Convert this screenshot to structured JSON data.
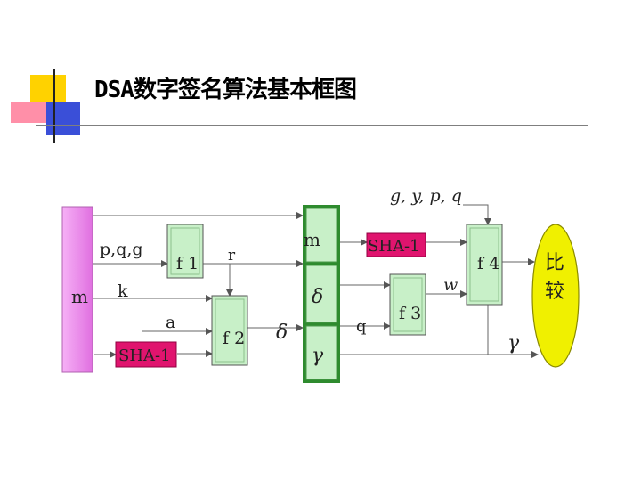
{
  "title": "DSA数字签名算法基本框图",
  "labels": {
    "m_block": "m",
    "pqg": "p,q,g",
    "k": "k",
    "a": "a",
    "sha1_left": "SHA-1",
    "f1": "f 1",
    "f2": "f 2",
    "r": "r",
    "delta_mid": "δ",
    "m_col": "m",
    "delta_col": "δ",
    "gamma_col": "γ",
    "sha1_right": "SHA-1",
    "f3": "f 3",
    "q": "q",
    "w": "w",
    "f4": "f 4",
    "public_params": "g, y, p, q",
    "gamma_out": "γ",
    "compare_1": "比",
    "compare_2": "较"
  },
  "colors": {
    "pink": "#f08cf0",
    "green": "#c8f0c8",
    "sha": "#e0146e",
    "oval": "#f0f000"
  }
}
